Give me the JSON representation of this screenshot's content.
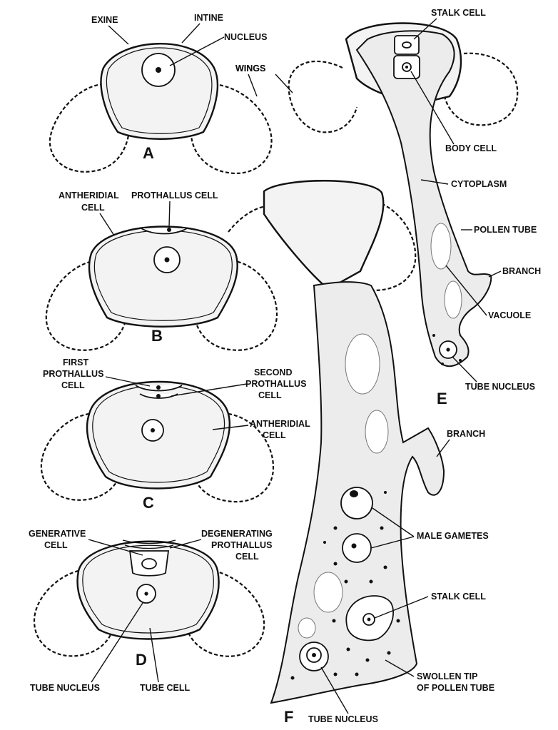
{
  "diagram": {
    "panels": {
      "A": {
        "letter": "A",
        "labels": {
          "exine": "EXINE",
          "intine": "INTINE",
          "nucleus": "NUCLEUS",
          "wings": "WINGS"
        }
      },
      "B": {
        "letter": "B",
        "labels": {
          "antheridial_1": "ANTHERIDIAL",
          "antheridial_2": "CELL",
          "prothallus": "PROTHALLUS CELL"
        }
      },
      "C": {
        "letter": "C",
        "labels": {
          "first_1": "FIRST",
          "first_2": "PROTHALLUS",
          "first_3": "CELL",
          "second_1": "SECOND",
          "second_2": "PROTHALLUS",
          "second_3": "CELL",
          "antheridial_1": "ANTHERIDIAL",
          "antheridial_2": "CELL"
        }
      },
      "D": {
        "letter": "D",
        "labels": {
          "generative_1": "GENERATIVE",
          "generative_2": "CELL",
          "degenerating_1": "DEGENERATING",
          "degenerating_2": "PROTHALLUS",
          "degenerating_3": "CELL",
          "tube_nucleus": "TUBE NUCLEUS",
          "tube_cell": "TUBE CELL"
        }
      },
      "E": {
        "letter": "E",
        "labels": {
          "stalk_cell": "STALK CELL",
          "body_cell": "BODY CELL",
          "cytoplasm": "CYTOPLASM",
          "pollen_tube": "POLLEN TUBE",
          "branch": "BRANCH",
          "vacuole": "VACUOLE",
          "tube_nucleus": "TUBE NUCLEUS"
        }
      },
      "F": {
        "letter": "F",
        "labels": {
          "branch": "BRANCH",
          "male_gametes": "MALE GAMETES",
          "stalk_cell": "STALK CELL",
          "swollen_1": "SWOLLEN TIP",
          "swollen_2": "OF POLLEN TUBE",
          "tube_nucleus": "TUBE NUCLEUS"
        }
      }
    }
  }
}
